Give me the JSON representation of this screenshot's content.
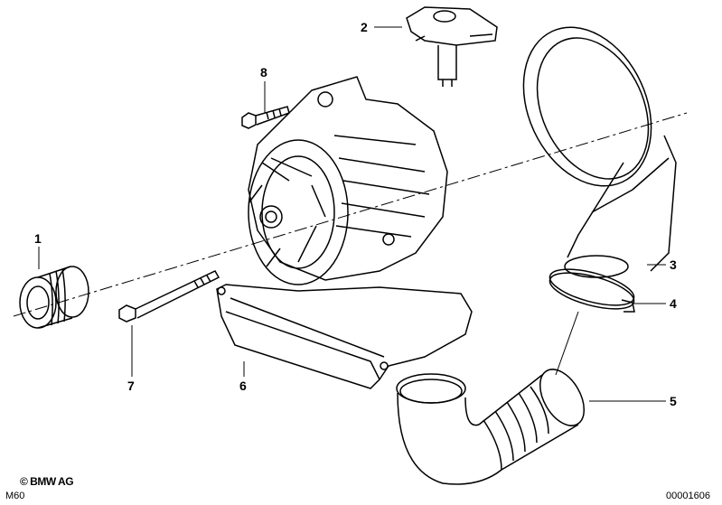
{
  "callouts": [
    {
      "number": "1",
      "part": "pulley"
    },
    {
      "number": "2",
      "part": "voltage-regulator"
    },
    {
      "number": "3",
      "part": "air-duct"
    },
    {
      "number": "4",
      "part": "hose-clamp"
    },
    {
      "number": "5",
      "part": "air-hose"
    },
    {
      "number": "6",
      "part": "cover-bracket"
    },
    {
      "number": "7",
      "part": "long-bolt"
    },
    {
      "number": "8",
      "part": "short-bolt"
    }
  ],
  "footer": {
    "copyright": "© BMW AG",
    "model": "M60",
    "diagram_id": "00001606"
  }
}
